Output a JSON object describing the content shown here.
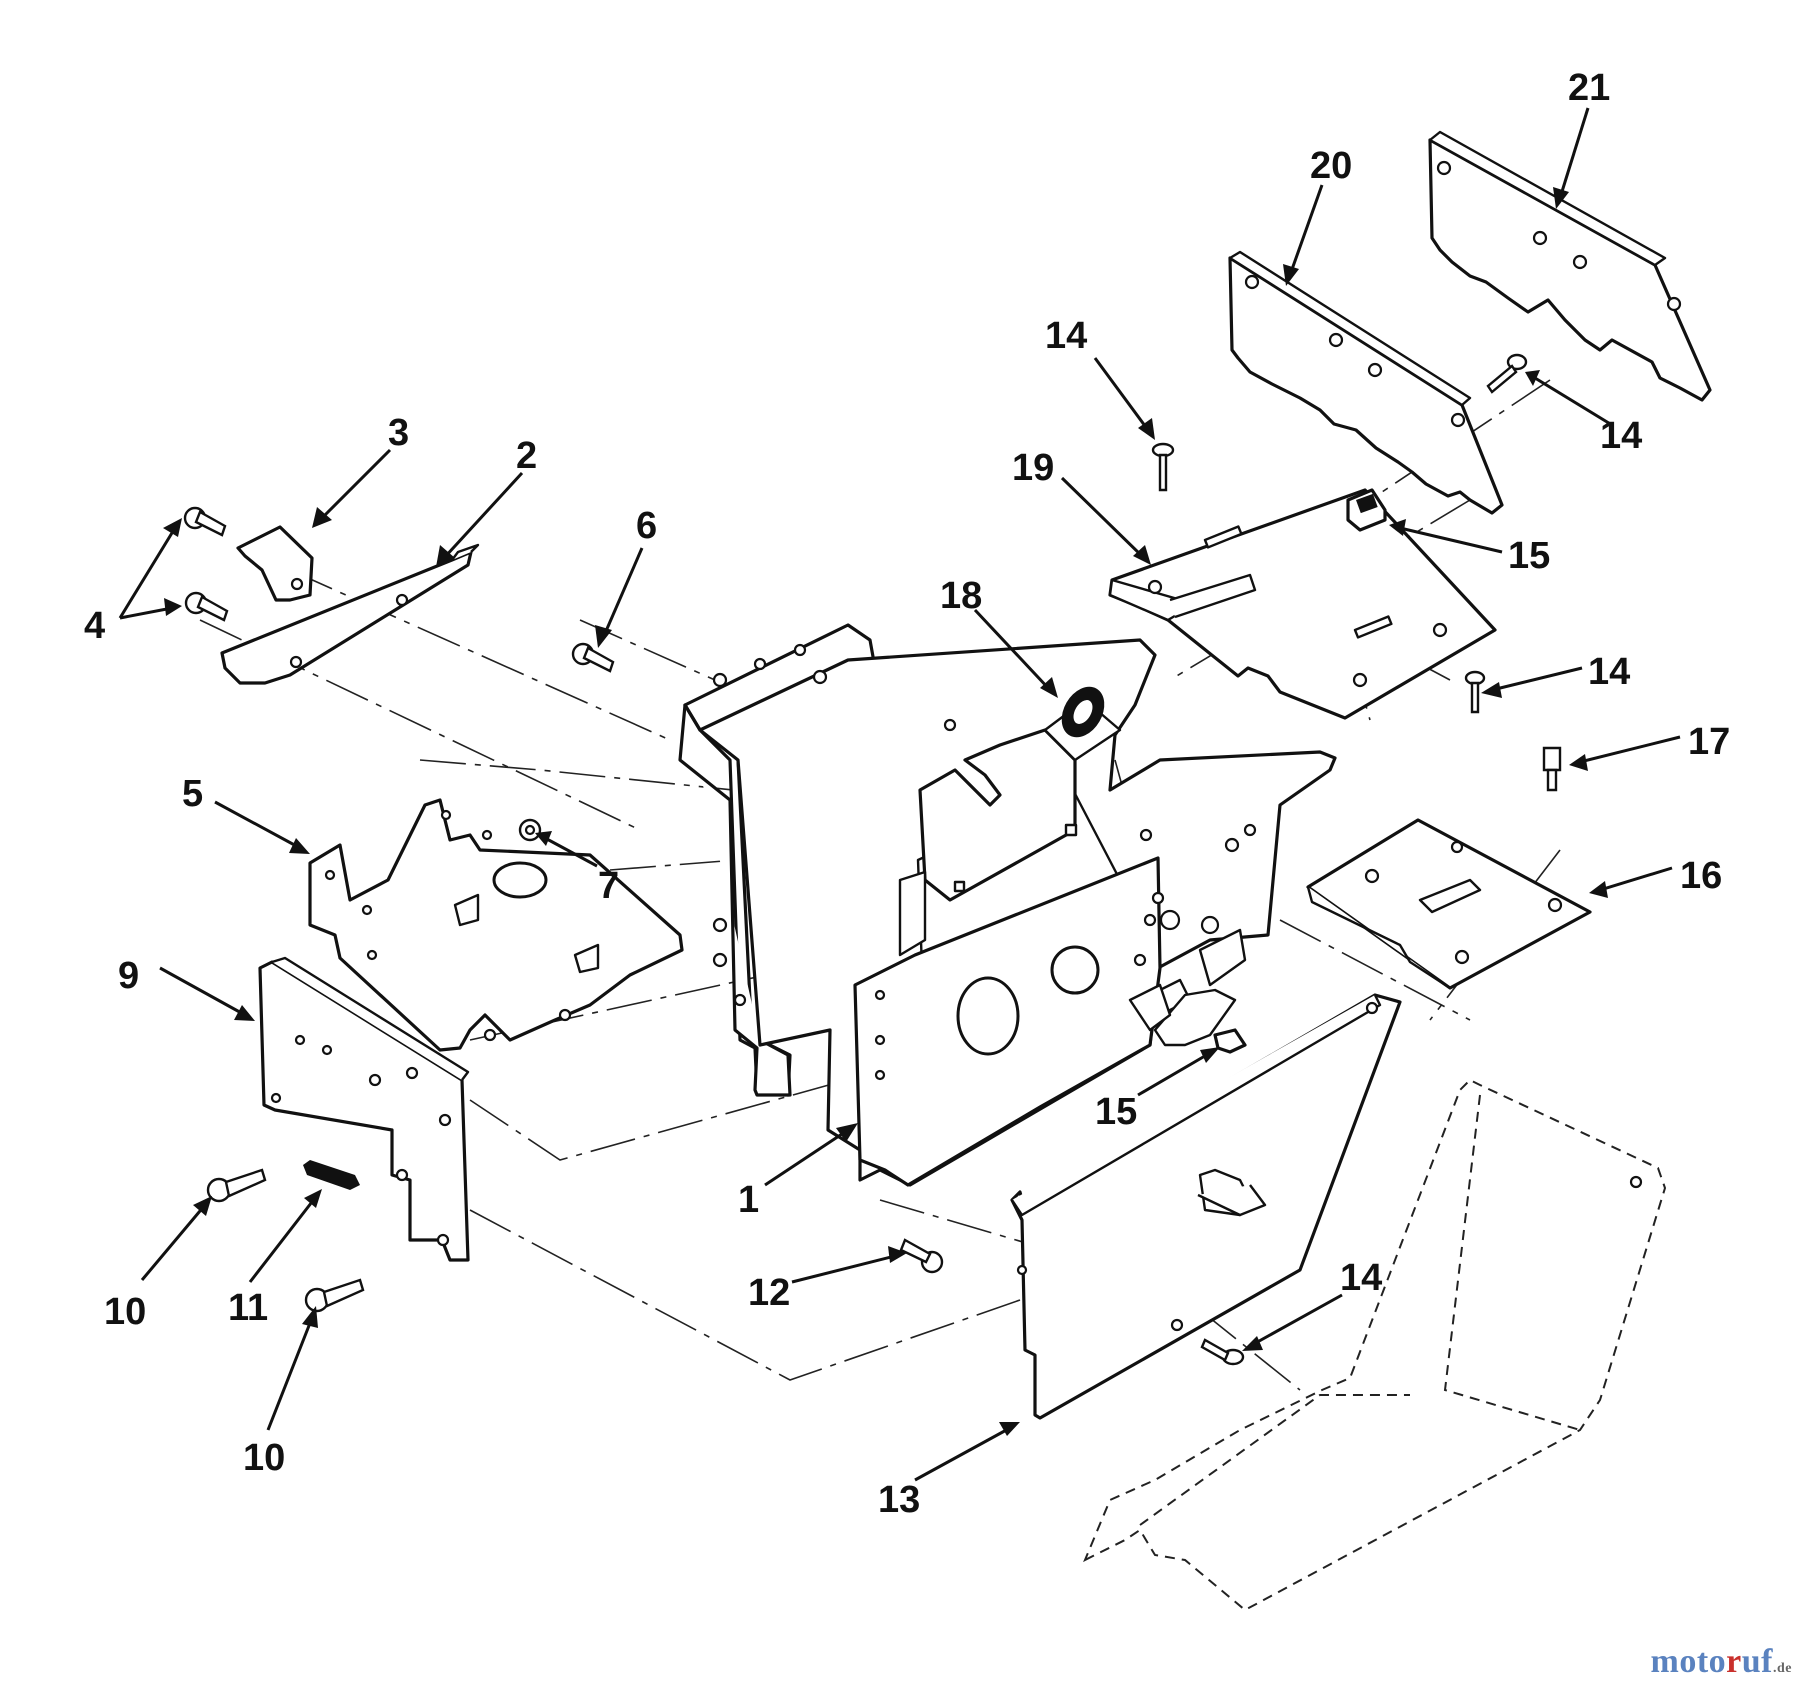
{
  "diagram": {
    "callouts": [
      "1",
      "2",
      "3",
      "4",
      "5",
      "6",
      "7",
      "9",
      "10",
      "10",
      "11",
      "12",
      "13",
      "14",
      "14",
      "14",
      "14",
      "15",
      "15",
      "16",
      "17",
      "18",
      "19",
      "20",
      "21"
    ]
  },
  "watermark": {
    "part1": "moto",
    "part2": "r",
    "part3": "uf",
    "part4": ".de"
  },
  "colors": {
    "ink": "#111111",
    "watermark_blue": "#5a82bf",
    "watermark_red": "#c9302c"
  }
}
